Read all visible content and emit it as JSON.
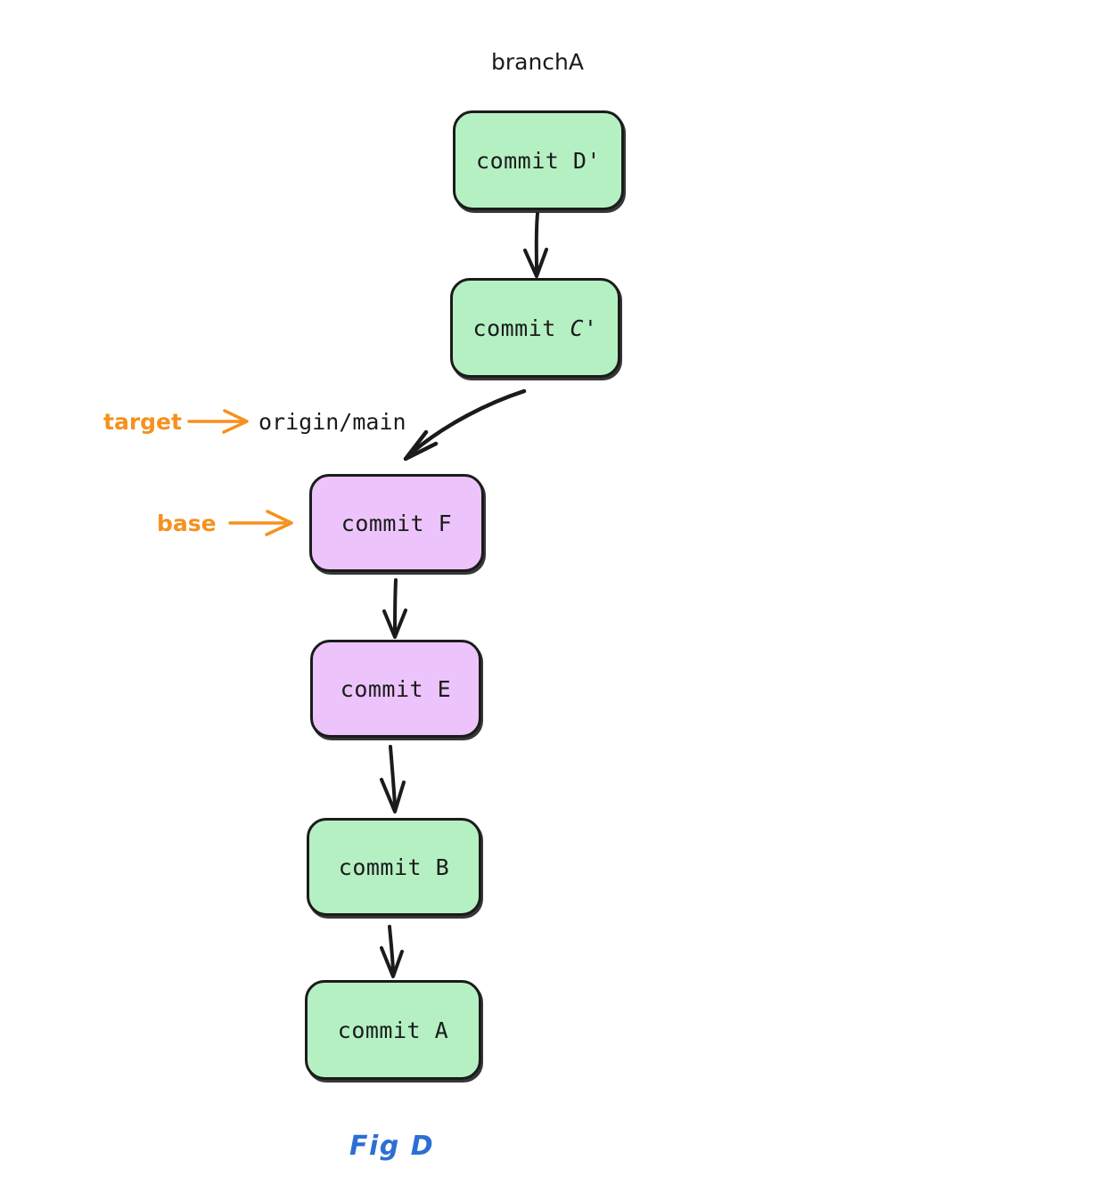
{
  "figure": {
    "title": "branchA",
    "caption": "Fig D",
    "caption_color": "#2c6fd4",
    "background": "#ffffff"
  },
  "colors": {
    "green_fill": "#b5f0c3",
    "purple_fill": "#ecc4fb",
    "stroke": "#1b1b1b",
    "annotation_orange": "#f5911e",
    "caption_blue": "#2c6fd4"
  },
  "branch_labels": [
    {
      "id": "branchA",
      "text": "branchA"
    },
    {
      "id": "origin-main",
      "text": "origin/main"
    }
  ],
  "annotations": [
    {
      "id": "target",
      "text": "target",
      "points_to": "origin/main",
      "color": "#f5911e"
    },
    {
      "id": "base",
      "text": "base",
      "points_to": "commit F",
      "color": "#f5911e"
    }
  ],
  "nodes": [
    {
      "id": "commit-d-prime",
      "label_prefix": "commit ",
      "label_suffix": "D'",
      "label": "commit D'",
      "fill": "#b5f0c3",
      "italic": false
    },
    {
      "id": "commit-c-prime",
      "label_prefix": "commit ",
      "label_suffix": "C'",
      "label": "commit C'",
      "fill": "#b5f0c3",
      "italic": true
    },
    {
      "id": "commit-f",
      "label_prefix": "commit ",
      "label_suffix": "F",
      "label": "commit F",
      "fill": "#ecc4fb",
      "italic": false
    },
    {
      "id": "commit-e",
      "label_prefix": "commit ",
      "label_suffix": "E",
      "label": "commit E",
      "fill": "#ecc4fb",
      "italic": false
    },
    {
      "id": "commit-b",
      "label_prefix": "commit ",
      "label_suffix": "B",
      "label": "commit B",
      "fill": "#b5f0c3",
      "italic": false
    },
    {
      "id": "commit-a",
      "label_prefix": "commit ",
      "label_suffix": "A",
      "label": "commit A",
      "fill": "#b5f0c3",
      "italic": false
    }
  ],
  "edges": [
    {
      "from": "commit-d-prime",
      "to": "commit-c-prime",
      "style": "straight"
    },
    {
      "from": "commit-c-prime",
      "to": "commit-f",
      "style": "curved"
    },
    {
      "from": "commit-f",
      "to": "commit-e",
      "style": "straight"
    },
    {
      "from": "commit-e",
      "to": "commit-b",
      "style": "straight"
    },
    {
      "from": "commit-b",
      "to": "commit-a",
      "style": "straight"
    }
  ]
}
